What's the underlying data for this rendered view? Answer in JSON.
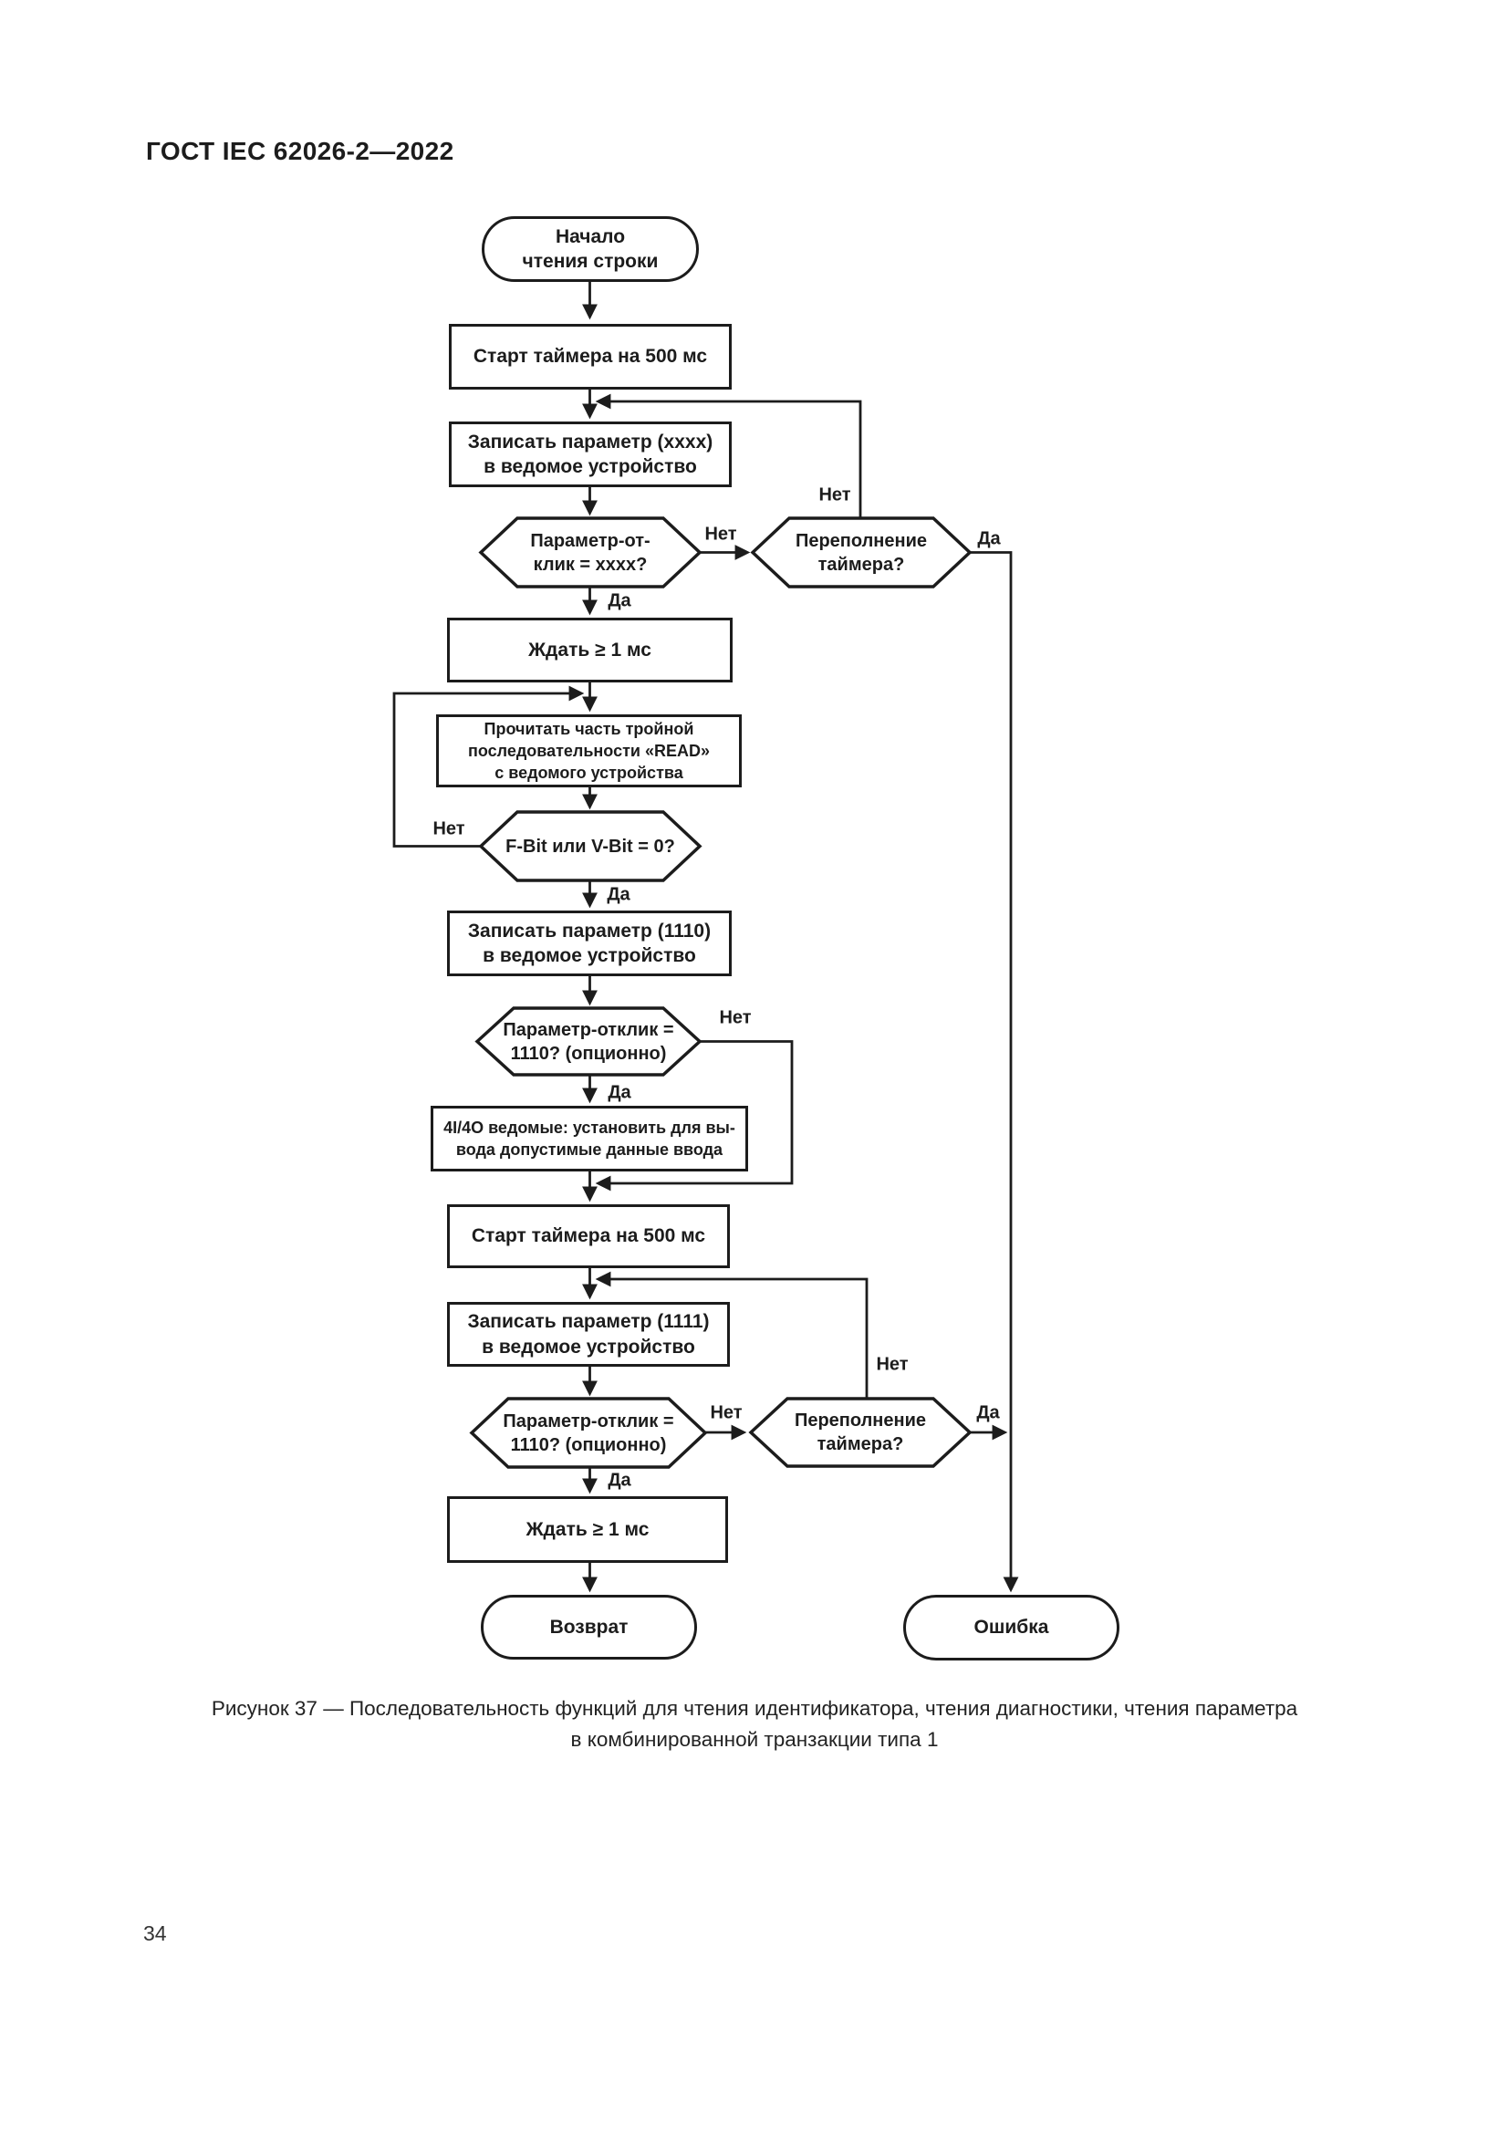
{
  "page": {
    "header": "ГОСТ IEC 62026-2—2022",
    "caption_line1": "Рисунок 37 — Последовательность функций для чтения идентификатора, чтения диагностики, чтения параметра",
    "caption_line2": "в комбинированной транзакции типа 1",
    "page_number": "34"
  },
  "flowchart": {
    "labels": {
      "yes": "Да",
      "no": "Нет"
    },
    "nodes": {
      "start": "Начало\nчтения строки",
      "start_timer_1": "Старт таймера на 500 мс",
      "write_param_xxxx": "Записать параметр (хххх)\nв ведомое устройство",
      "param_response_xxxx": "Параметр-от-\nклик = хххх?",
      "timer_overflow_1": "Переполнение\nтаймера?",
      "wait_1": "Ждать ≥ 1 мс",
      "read_triple": "Прочитать часть тройной\nпоследовательности «READ»\nс ведомого устройства",
      "fbit_vbit": "F-Bit или V-Bit = 0?",
      "write_param_1110": "Записать параметр (1110)\nв ведомое устройство",
      "param_response_1110a": "Параметр-отклик =\n1110? (опционно)",
      "io_setup": "4I/4O ведомые: установить для вы-\nвода допустимые данные ввода",
      "start_timer_2": "Старт таймера на 500 мс",
      "write_param_1111": "Записать параметр (1111)\nв ведомое устройство",
      "param_response_1110b": "Параметр-отклик =\n1110? (опционно)",
      "timer_overflow_2": "Переполнение\nтаймера?",
      "wait_2": "Ждать ≥ 1 мс",
      "return": "Возврат",
      "error": "Ошибка"
    }
  }
}
